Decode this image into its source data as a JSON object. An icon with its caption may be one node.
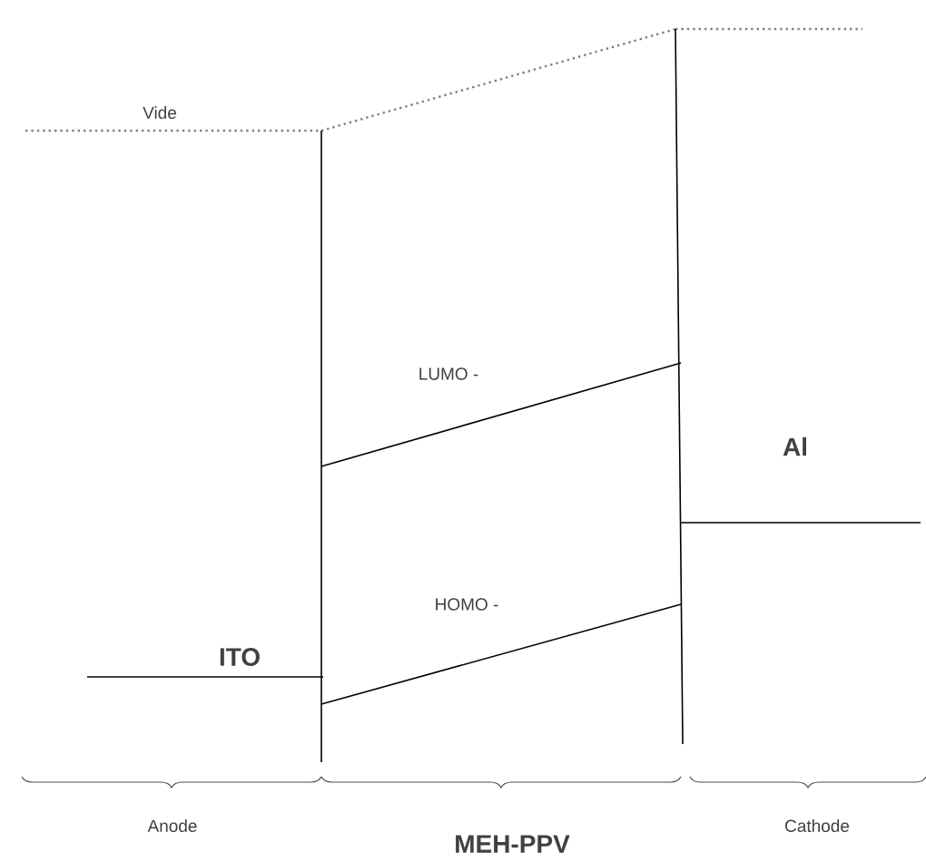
{
  "diagram": {
    "labels": [
      "Vide",
      "LUMO -",
      "HOMO -",
      "Al",
      "ITO",
      "Anode",
      "MEH-PPV",
      "Cathode"
    ]
  }
}
